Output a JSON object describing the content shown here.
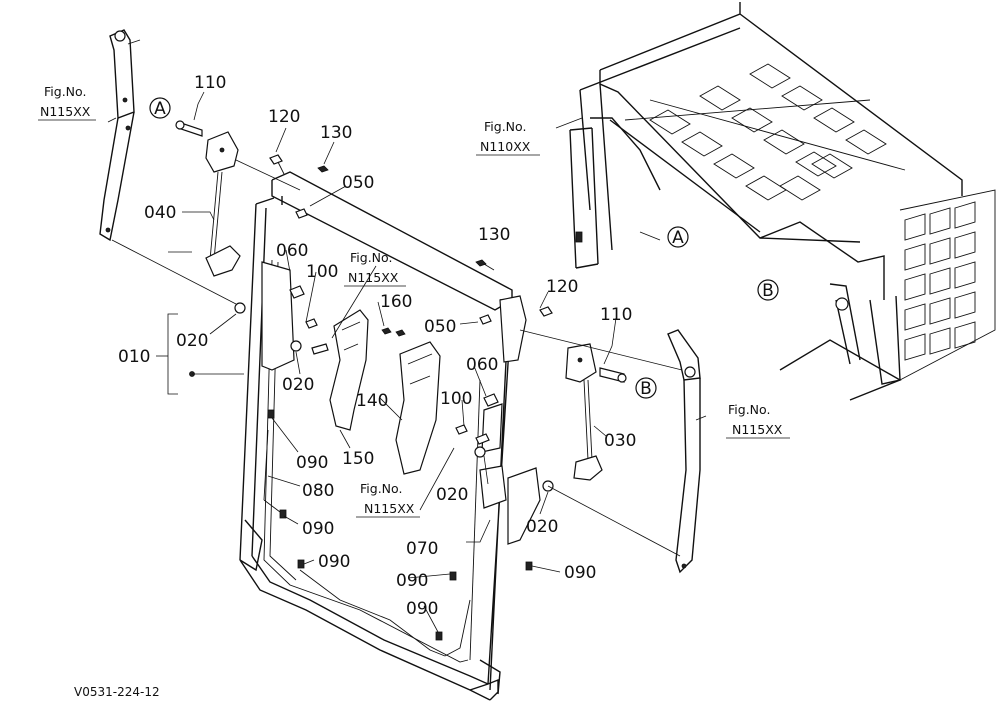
{
  "parts": {
    "p010": "010",
    "p020a": "020",
    "p020b": "020",
    "p020c": "020",
    "p020d": "020",
    "p030": "030",
    "p040": "040",
    "p050a": "050",
    "p050b": "050",
    "p060a": "060",
    "p060b": "060",
    "p070": "070",
    "p080": "080",
    "p090a": "090",
    "p090b": "090",
    "p090c": "090",
    "p090d": "090",
    "p090e": "090",
    "p090f": "090",
    "p100a": "100",
    "p100b": "100",
    "p110a": "110",
    "p110b": "110",
    "p120a": "120",
    "p120b": "120",
    "p130a": "130",
    "p130b": "130",
    "p140": "140",
    "p150": "150",
    "p160": "160"
  },
  "figrefs": {
    "f1_fig": "Fig.No.",
    "f1_no": "N115XX",
    "f2_fig": "Fig.No.",
    "f2_no": "N110XX",
    "f3_fig": "Fig.No.",
    "f3_no": "N115XX",
    "f4_fig": "Fig.No.",
    "f4_no": "N115XX",
    "f5_fig": "Fig.No.",
    "f5_no": "N115XX"
  },
  "markers": {
    "a1": "A",
    "a2": "A",
    "b1": "B",
    "b2": "B"
  },
  "drawing_code": "V0531-224-12"
}
